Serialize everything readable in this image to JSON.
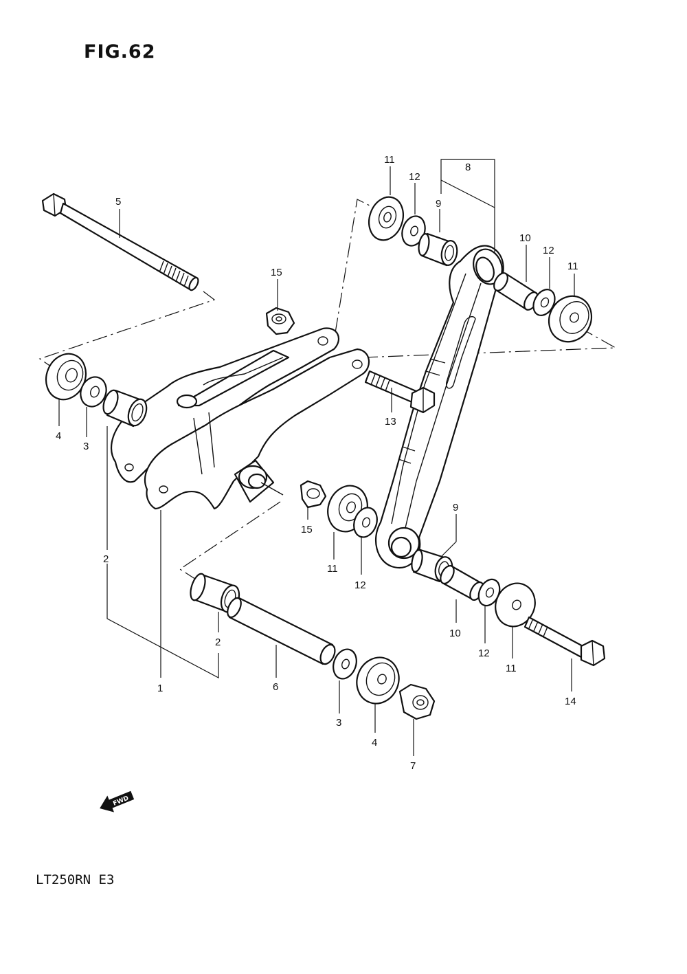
{
  "figure": {
    "title": "FIG.62",
    "model_code": "LT250RN  E3",
    "direction_label": "FWD"
  },
  "callouts": [
    {
      "id": "c5",
      "text": "5"
    },
    {
      "id": "c15a",
      "text": "15"
    },
    {
      "id": "c11a",
      "text": "11"
    },
    {
      "id": "c12a",
      "text": "12"
    },
    {
      "id": "c8",
      "text": "8"
    },
    {
      "id": "c9a",
      "text": "9"
    },
    {
      "id": "c10a",
      "text": "10"
    },
    {
      "id": "c12b",
      "text": "12"
    },
    {
      "id": "c11b",
      "text": "11"
    },
    {
      "id": "c4a",
      "text": "4"
    },
    {
      "id": "c3a",
      "text": "3"
    },
    {
      "id": "c13",
      "text": "13"
    },
    {
      "id": "c2a",
      "text": "2"
    },
    {
      "id": "c15b",
      "text": "15"
    },
    {
      "id": "c11c",
      "text": "11"
    },
    {
      "id": "c12c",
      "text": "12"
    },
    {
      "id": "c9b",
      "text": "9"
    },
    {
      "id": "c2b",
      "text": "2"
    },
    {
      "id": "c1",
      "text": "1"
    },
    {
      "id": "c6",
      "text": "6"
    },
    {
      "id": "c3b",
      "text": "3"
    },
    {
      "id": "c4b",
      "text": "4"
    },
    {
      "id": "c7",
      "text": "7"
    },
    {
      "id": "c10b",
      "text": "10"
    },
    {
      "id": "c12d",
      "text": "12"
    },
    {
      "id": "c11d",
      "text": "11"
    },
    {
      "id": "c14",
      "text": "14"
    }
  ]
}
